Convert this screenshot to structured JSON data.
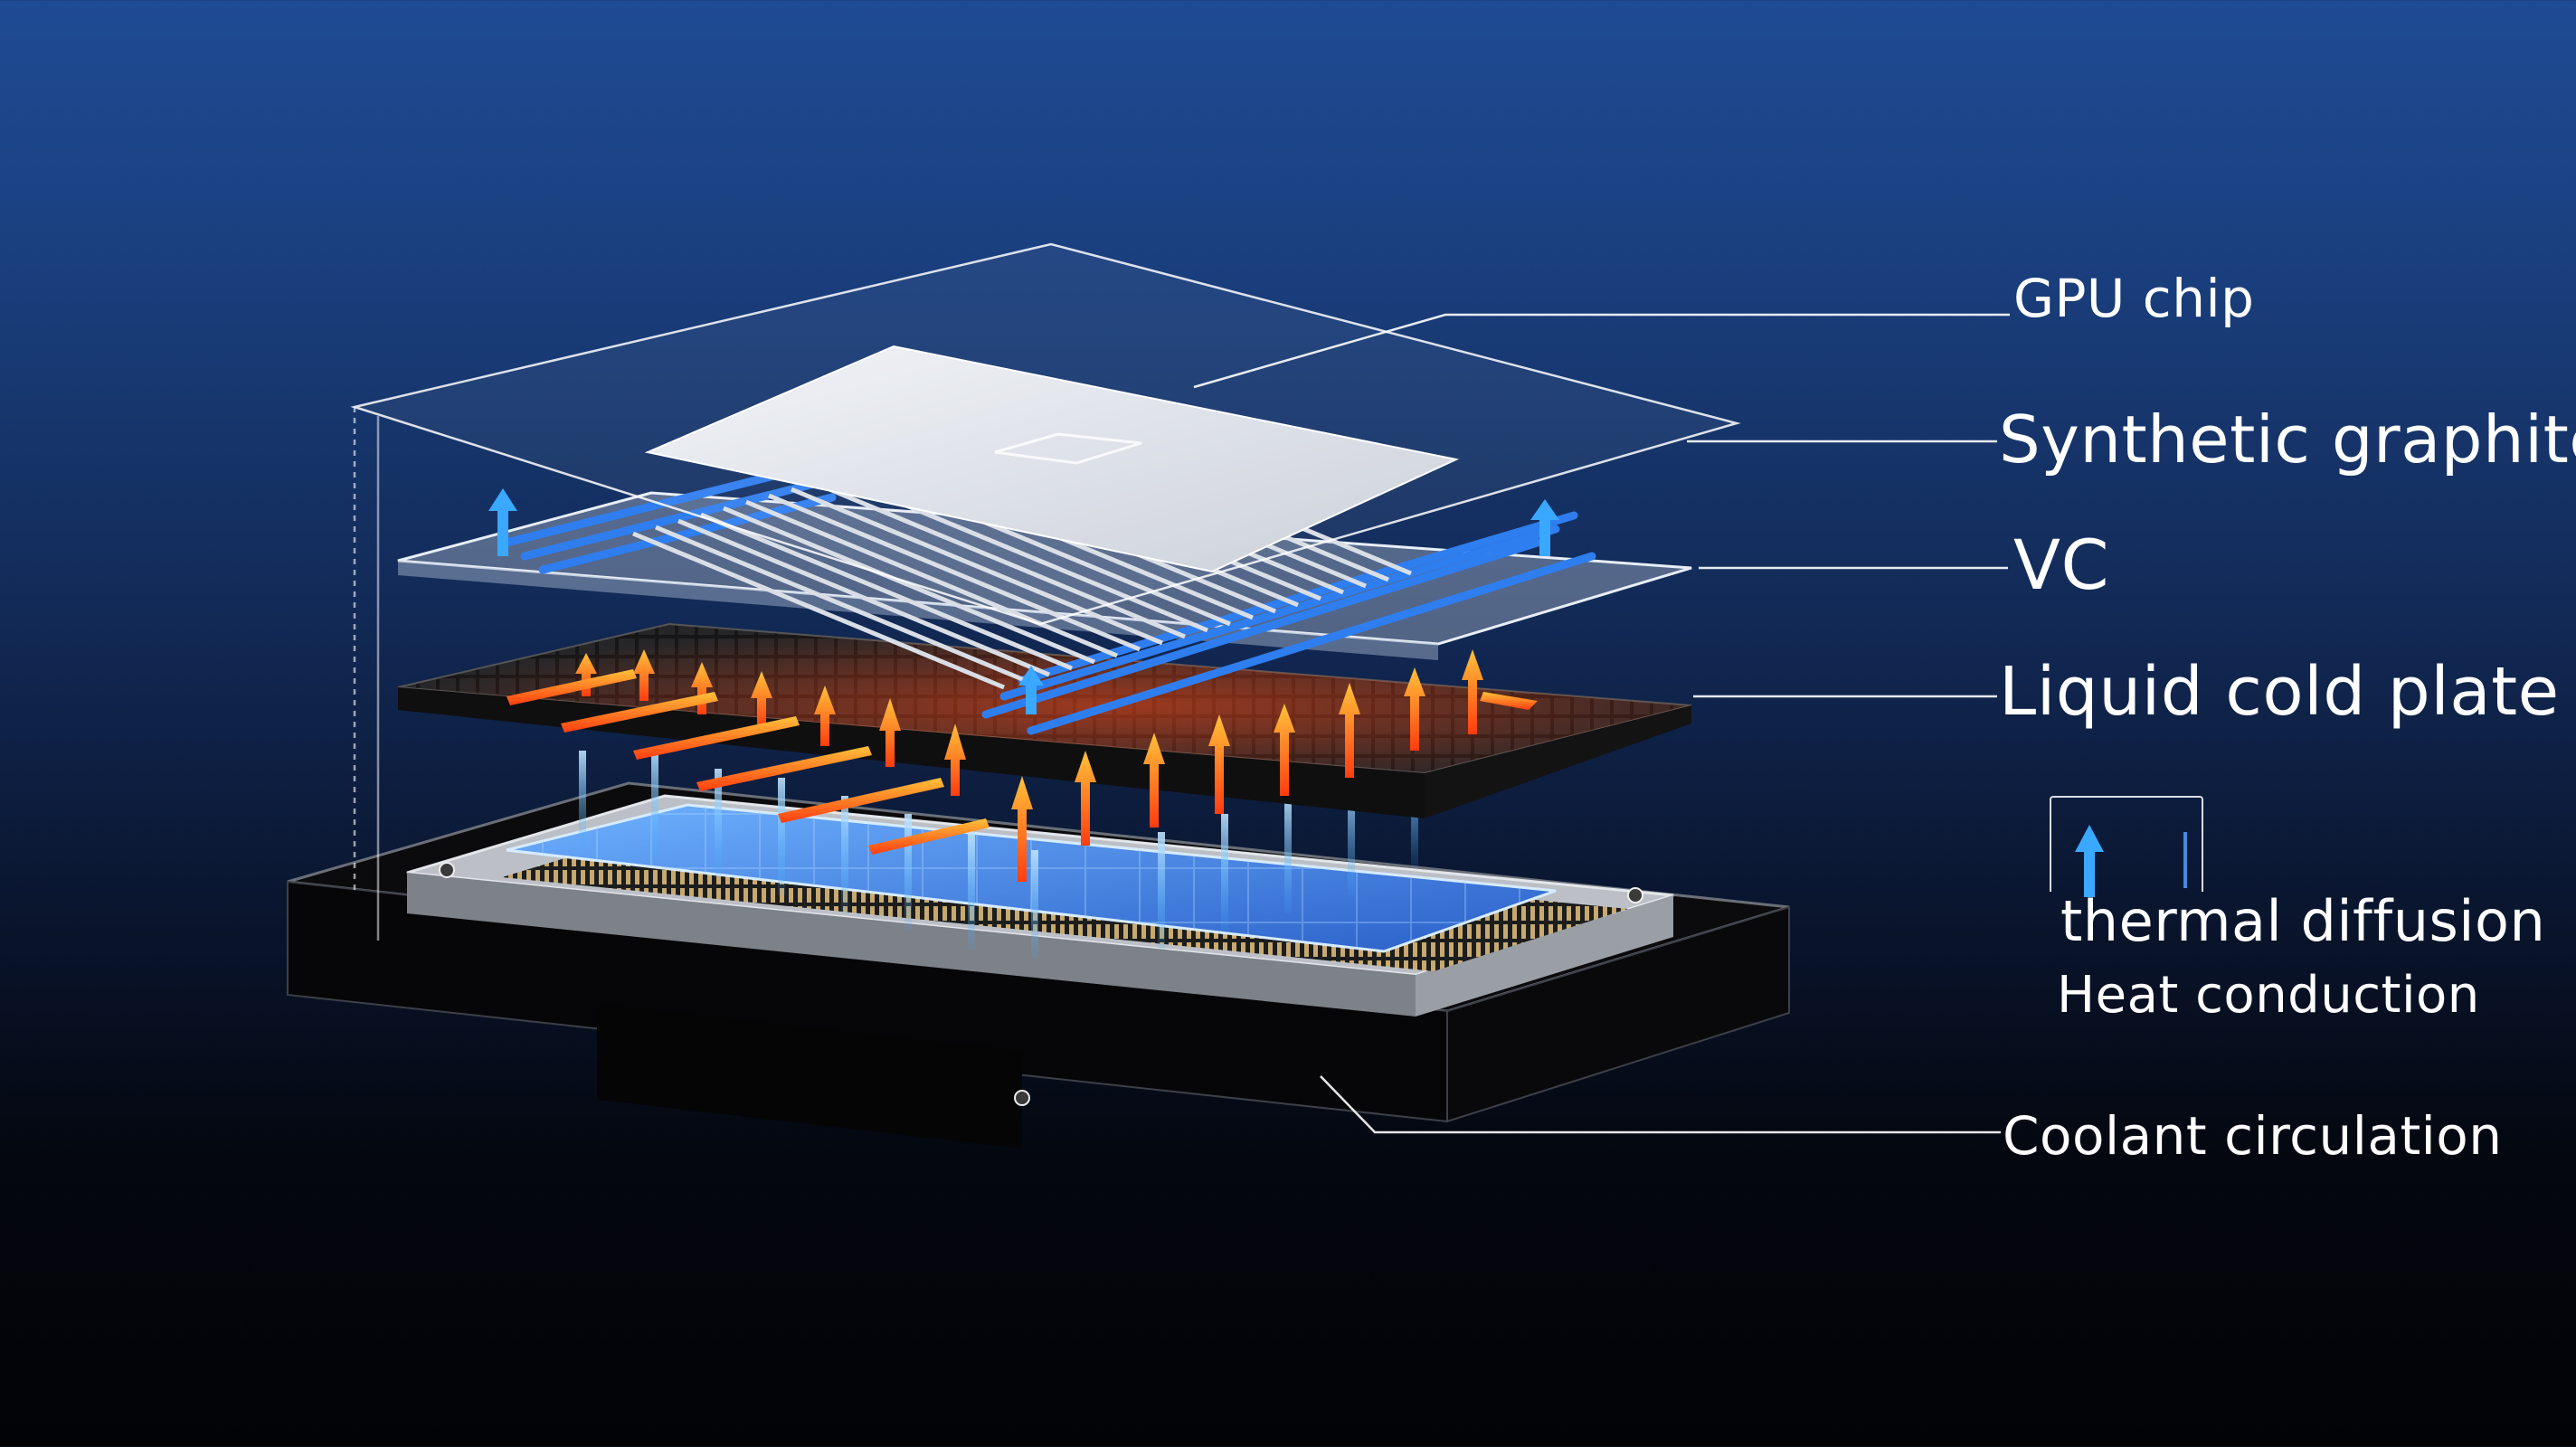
{
  "labels": {
    "gpu_chip": "GPU chip",
    "synthetic_graphite": "Synthetic graphite",
    "vc": "VC",
    "liquid_cold_plate": "Liquid cold plate",
    "thermal_diffusion": "thermal diffusion",
    "heat_conduction": "Heat conduction",
    "coolant_circulation": "Coolant circulation"
  },
  "colors": {
    "background_top": "#1f4b94",
    "background_bottom": "#020306",
    "heat_arrow": "#ff7a1a",
    "diffusion_arrow": "#3aa8ff",
    "vc_channel": "#2f7ef0",
    "cold_plate": "#1c1c1e",
    "gpu_chip_surface": "#e4e8ee",
    "package_frame": "#b9bcc2",
    "die_glow": "#4f9cff"
  },
  "legend": {
    "icon": "up-arrow-icon",
    "color": "#3aa8ff"
  }
}
